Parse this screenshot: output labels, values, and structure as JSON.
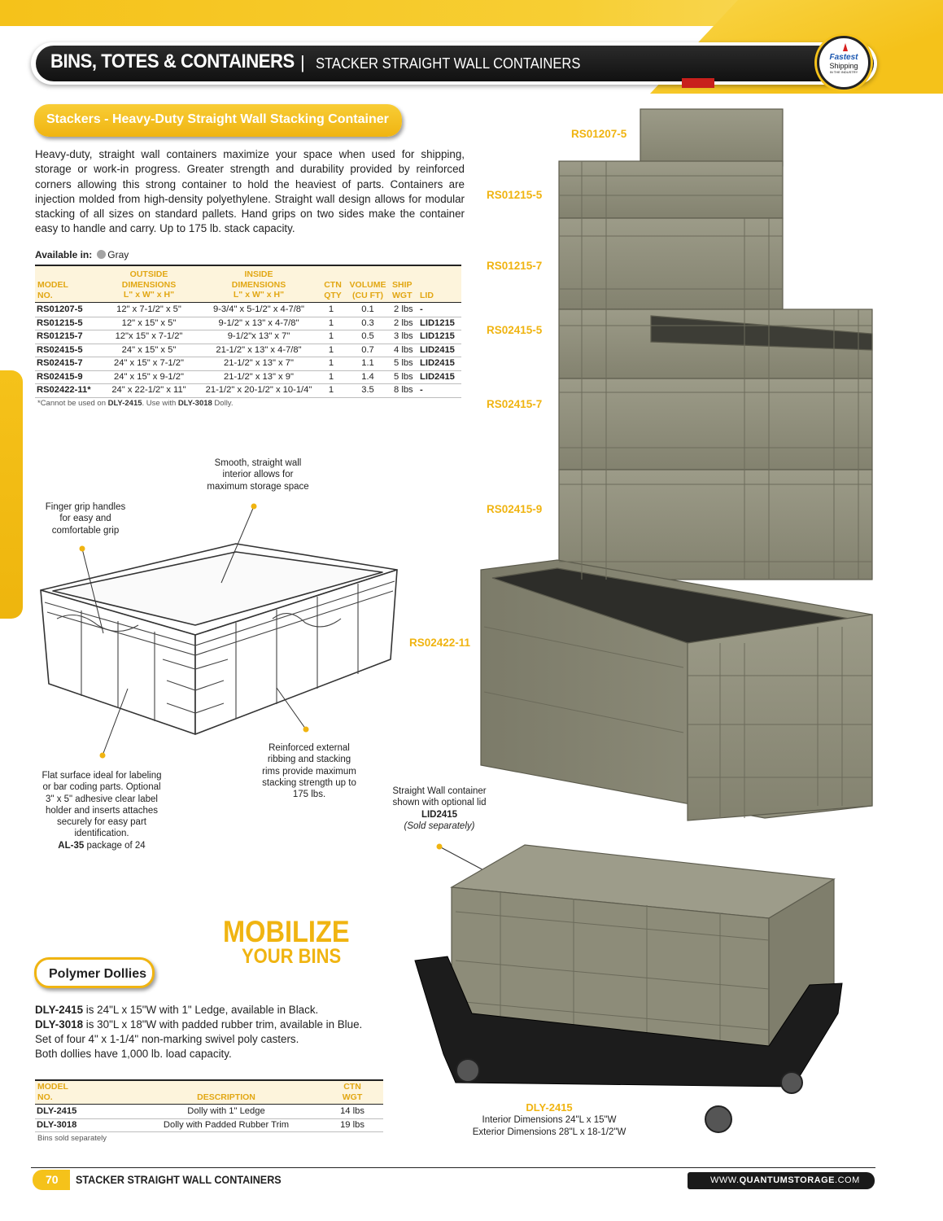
{
  "header": {
    "title": "BINS, TOTES & CONTAINERS",
    "separator": "|",
    "subtitle": "STACKER STRAIGHT WALL CONTAINERS",
    "badge_line1": "Fastest",
    "badge_line2": "Shipping",
    "badge_line3": "IN THE INDUSTRY"
  },
  "stackers": {
    "heading": "Stackers - Heavy-Duty Straight Wall Stacking Container",
    "description": "Heavy-duty, straight wall containers maximize your space when used for shipping, storage or work-in progress. Greater strength and durability provided by reinforced corners allowing this strong container to hold the heaviest of parts. Containers are injection molded from high-density polyethylene. Straight wall design allows for modular stacking of all sizes on standard pallets. Hand grips on two sides make the container easy to handle and carry. Up to 175 lb. stack capacity.",
    "available_label": "Available in:",
    "available_color": "Gray",
    "available_swatch": "#a4a4a4"
  },
  "spec_table": {
    "headers": {
      "model_1": "MODEL",
      "model_2": "NO.",
      "outside_1": "OUTSIDE",
      "outside_2": "DIMENSIONS",
      "outside_3": "L\" x W\" x H\"",
      "inside_1": "INSIDE",
      "inside_2": "DIMENSIONS",
      "inside_3": "L\" x W\" x H\"",
      "ctn_1": "CTN",
      "ctn_2": "QTY",
      "vol_1": "VOLUME",
      "vol_2": "(CU FT)",
      "ship_1": "SHIP",
      "ship_2": "WGT",
      "lid": "LID"
    },
    "rows": [
      {
        "model": "RS01207-5",
        "outside": "12\" x 7-1/2\" x 5\"",
        "inside": "9-3/4\" x 5-1/2\" x 4-7/8\"",
        "qty": "1",
        "volume": "0.1",
        "wgt": "2 lbs",
        "lid": "-"
      },
      {
        "model": "RS01215-5",
        "outside": "12\" x 15\" x 5\"",
        "inside": "9-1/2\" x 13\" x 4-7/8\"",
        "qty": "1",
        "volume": "0.3",
        "wgt": "2 lbs",
        "lid": "LID1215"
      },
      {
        "model": "RS01215-7",
        "outside": "12\"x 15\" x 7-1/2\"",
        "inside": "9-1/2\"x 13\" x 7\"",
        "qty": "1",
        "volume": "0.5",
        "wgt": "3 lbs",
        "lid": "LID1215"
      },
      {
        "model": "RS02415-5",
        "outside": "24\" x 15\" x 5\"",
        "inside": "21-1/2\" x 13\" x 4-7/8\"",
        "qty": "1",
        "volume": "0.7",
        "wgt": "4 lbs",
        "lid": "LID2415"
      },
      {
        "model": "RS02415-7",
        "outside": "24\" x 15\" x 7-1/2\"",
        "inside": "21-1/2\" x 13\" x 7\"",
        "qty": "1",
        "volume": "1.1",
        "wgt": "5 lbs",
        "lid": "LID2415"
      },
      {
        "model": "RS02415-9",
        "outside": "24\" x 15\" x 9-1/2\"",
        "inside": "21-1/2\" x 13\" x 9\"",
        "qty": "1",
        "volume": "1.4",
        "wgt": "5 lbs",
        "lid": "LID2415"
      },
      {
        "model": "RS02422-11*",
        "outside": "24\" x 22-1/2\" x 11\"",
        "inside": "21-1/2\" x 20-1/2\" x 10-1/4\"",
        "qty": "1",
        "volume": "3.5",
        "wgt": "8 lbs",
        "lid": "-"
      }
    ],
    "note_prefix": "*Cannot be used on ",
    "note_model1": "DLY-2415",
    "note_mid": ".  Use with ",
    "note_model2": "DLY-3018",
    "note_suffix": " Dolly."
  },
  "callouts": {
    "smooth": "Smooth, straight wall interior allows for maximum storage space",
    "finger": "Finger grip handles for easy and comfortable grip",
    "reinforced": "Reinforced external ribbing and stacking rims provide maximum stacking strength up to 175 lbs.",
    "flat": "Flat surface ideal for labeling or bar coding parts. Optional 3\" x 5\" adhesive clear label holder and inserts attaches securely for easy part identification.",
    "flat_model": "AL-35",
    "flat_suffix": " package of 24",
    "lid_1": "Straight Wall container shown with optional lid",
    "lid_model": "LID2415",
    "lid_note": "(Sold separately)"
  },
  "product_labels": {
    "rs01207_5": "RS01207-5",
    "rs01215_5": "RS01215-5",
    "rs01215_7": "RS01215-7",
    "rs02415_5": "RS02415-5",
    "rs02415_7": "RS02415-7",
    "rs02415_9": "RS02415-9",
    "rs02422_11": "RS02422-11"
  },
  "mobilize": {
    "line1": "MOBILIZE",
    "line2": "YOUR BINS"
  },
  "dollies": {
    "heading": "Polymer Dollies",
    "l1_model": "DLY-2415",
    "l1_text": " is 24\"L x 15\"W with 1\" Ledge, available in Black.",
    "l2_model": "DLY-3018",
    "l2_text": " is 30\"L x 18\"W with padded rubber trim, available in Blue.",
    "l3": "Set of four 4\" x 1-1/4\" non-marking swivel poly casters.",
    "l4": "Both dollies have 1,000 lb. load capacity.",
    "table_headers": {
      "model_1": "MODEL",
      "model_2": "NO.",
      "desc": "DESCRIPTION",
      "ctn_1": "CTN",
      "ctn_2": "WGT"
    },
    "rows": [
      {
        "model": "DLY-2415",
        "desc": "Dolly with 1\" Ledge",
        "wgt": "14 lbs"
      },
      {
        "model": "DLY-3018",
        "desc": "Dolly with Padded Rubber Trim",
        "wgt": "19 lbs"
      }
    ],
    "note": "Bins sold separately",
    "photo_label": "DLY-2415",
    "photo_dim1": "Interior Dimensions 24\"L x 15\"W",
    "photo_dim2": "Exterior Dimensions 28\"L x 18-1/2\"W"
  },
  "footer": {
    "page": "70",
    "title": "STACKER STRAIGHT WALL CONTAINERS",
    "url_prefix": "WWW.",
    "url_brand": "QUANTUMSTORAGE",
    "url_suffix": ".COM"
  }
}
